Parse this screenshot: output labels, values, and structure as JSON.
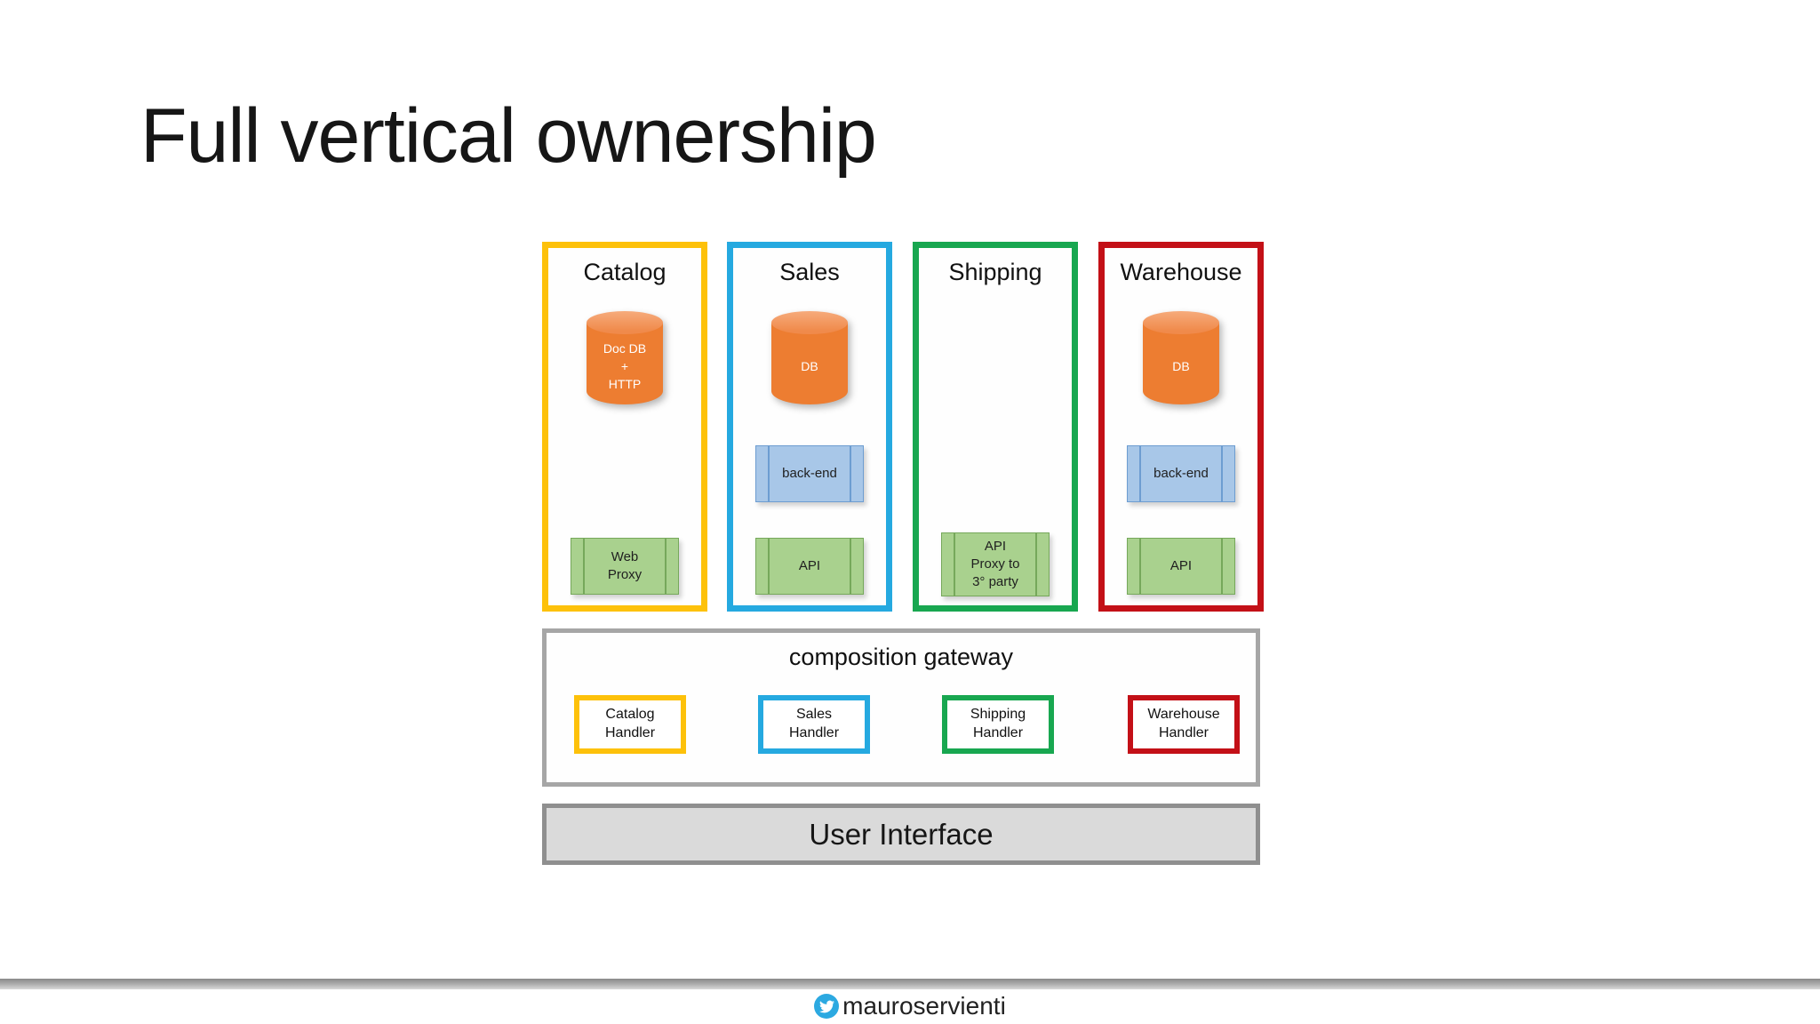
{
  "slide": {
    "title": "Full vertical ownership",
    "services": [
      {
        "name": "Catalog",
        "accent_color": "#FDC10A",
        "components": [
          {
            "type": "database",
            "label": "Doc DB\n+\nHTTP",
            "color": "#ED7D31"
          },
          {
            "type": "process",
            "label": "Web\nProxy",
            "color": "#A9D18E"
          }
        ]
      },
      {
        "name": "Sales",
        "accent_color": "#25A9E0",
        "components": [
          {
            "type": "database",
            "label": "DB",
            "color": "#ED7D31"
          },
          {
            "type": "process",
            "label": "back-end",
            "color": "#A8C7E8"
          },
          {
            "type": "process",
            "label": "API",
            "color": "#A9D18E"
          }
        ]
      },
      {
        "name": "Shipping",
        "accent_color": "#18A750",
        "components": [
          {
            "type": "process",
            "label": "API\nProxy to\n3° party",
            "color": "#A9D18E"
          }
        ]
      },
      {
        "name": "Warehouse",
        "accent_color": "#C31017",
        "components": [
          {
            "type": "database",
            "label": "DB",
            "color": "#ED7D31"
          },
          {
            "type": "process",
            "label": "back-end",
            "color": "#A8C7E8"
          },
          {
            "type": "process",
            "label": "API",
            "color": "#A9D18E"
          }
        ]
      }
    ],
    "gateway": {
      "title": "composition gateway",
      "border_color": "#A6A6A6",
      "handlers": [
        {
          "label": "Catalog\nHandler",
          "accent_color": "#FDC10A"
        },
        {
          "label": "Sales\nHandler",
          "accent_color": "#25A9E0"
        },
        {
          "label": "Shipping\nHandler",
          "accent_color": "#18A750"
        },
        {
          "label": "Warehouse\nHandler",
          "accent_color": "#C31017"
        }
      ]
    },
    "ui_bar": {
      "label": "User Interface",
      "fill": "#DADADA",
      "border_color": "#8F8F8F"
    },
    "footer": {
      "handle": "mauroservienti",
      "icon": "twitter-icon",
      "icon_color": "#2CA9E1"
    }
  }
}
